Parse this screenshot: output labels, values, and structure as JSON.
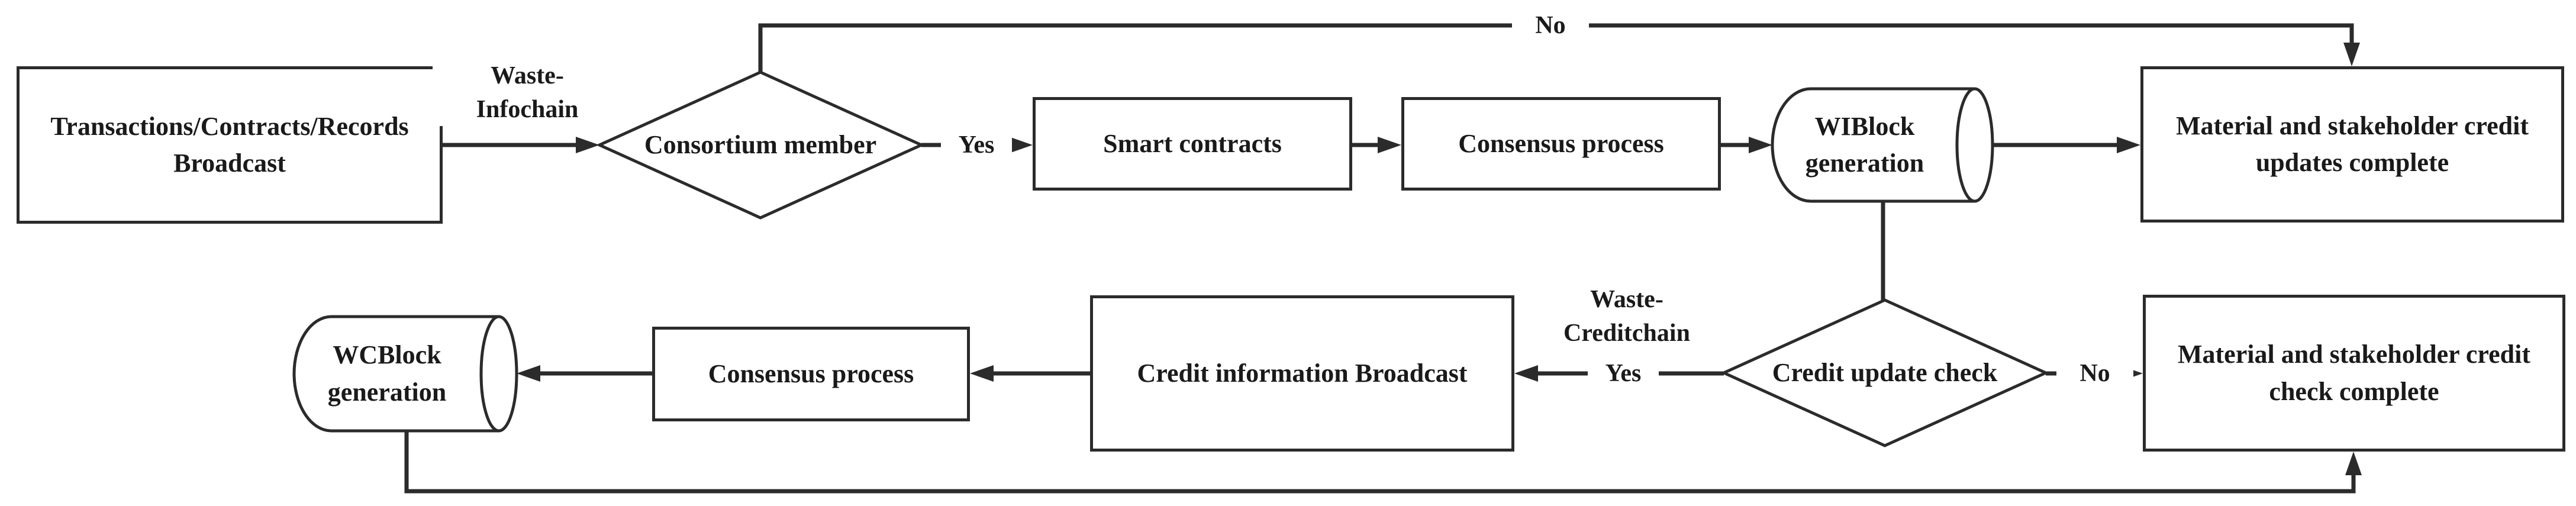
{
  "diagram": {
    "title": "Waste-Infochain and Waste-Creditchain flowchart",
    "background": "#ffffff",
    "stroke_color": "#2b2b2b",
    "text_color": "#1a1a1a"
  },
  "nodes": {
    "transactions_broadcast": {
      "type": "process",
      "label": "Transactions/Contracts/Records\nBroadcast"
    },
    "consortium_member": {
      "type": "decision",
      "label": "Consortium member"
    },
    "smart_contracts": {
      "type": "process",
      "label": "Smart contracts"
    },
    "consensus_process_top": {
      "type": "process",
      "label": "Consensus process"
    },
    "wiblock_generation": {
      "type": "storage",
      "label": "WIBlock\ngeneration"
    },
    "updates_complete": {
      "type": "process",
      "label": "Material and stakeholder credit\nupdates complete"
    },
    "credit_update_check": {
      "type": "decision",
      "label": "Credit update check"
    },
    "check_complete": {
      "type": "process",
      "label": "Material and stakeholder credit\ncheck complete"
    },
    "credit_information_broadcast": {
      "type": "process",
      "label": "Credit information Broadcast"
    },
    "consensus_process_bottom": {
      "type": "process",
      "label": "Consensus process"
    },
    "wcblock_generation": {
      "type": "storage",
      "label": "WCBlock\ngeneration"
    }
  },
  "edge_labels": {
    "waste_infochain": "Waste-\nInfochain",
    "yes_top": "Yes",
    "no_top": "No",
    "waste_creditchain": "Waste-\nCreditchain",
    "yes_bottom": "Yes",
    "no_bottom": "No"
  }
}
